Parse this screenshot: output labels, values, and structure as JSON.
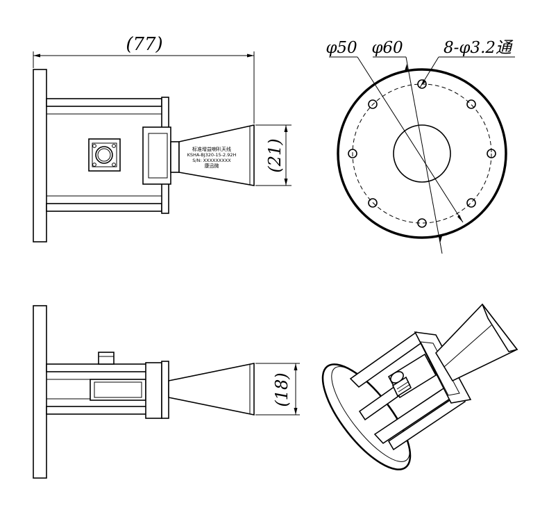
{
  "dimensions": {
    "length": "(77)",
    "aperture_height": "(21)",
    "aperture_height_side": "(18)",
    "inner_diameter": "φ50",
    "outer_diameter": "φ60",
    "holes": "8-φ3.2通"
  },
  "label": {
    "line1": "标准增益喇叭天线",
    "line2": "KSHA-BJ320-15-2.92H",
    "line3": "S/N: XXXXXXXXX",
    "line4": "康迅微"
  }
}
